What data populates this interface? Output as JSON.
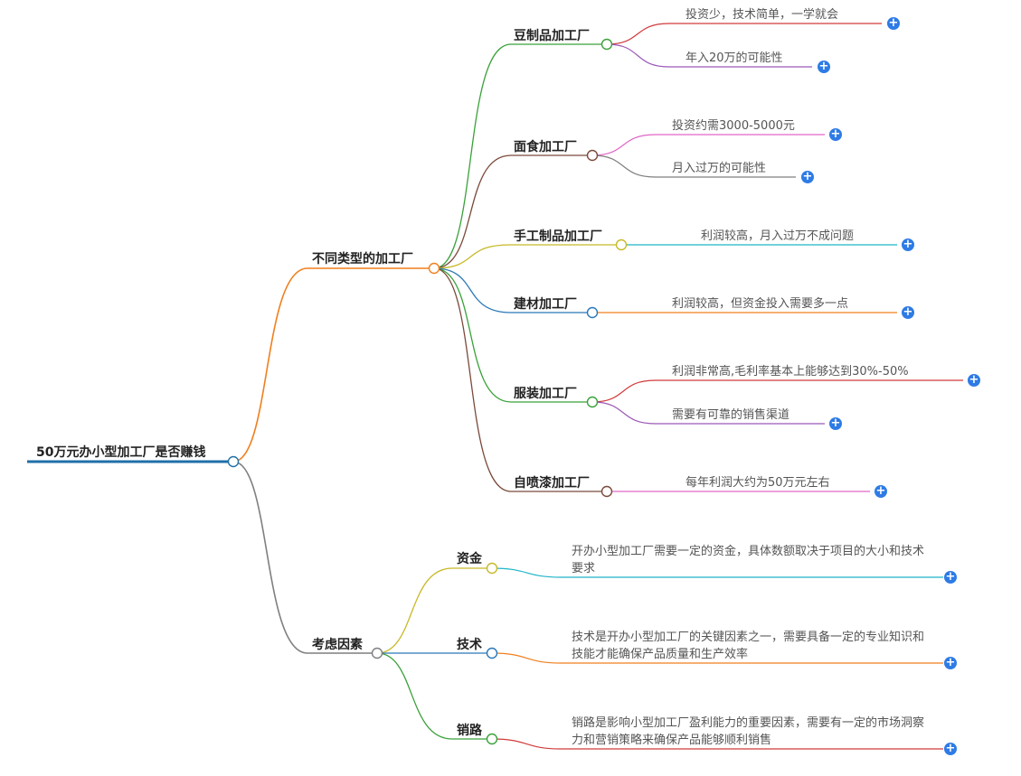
{
  "root": {
    "label": "50万元办小型加工厂是否赚钱"
  },
  "branches": [
    {
      "label": "不同类型的加工厂",
      "children": [
        {
          "label": "豆制品加工厂",
          "items": [
            "投资少，技术简单，一学就会",
            "年入20万的可能性"
          ]
        },
        {
          "label": "面食加工厂",
          "items": [
            "投资约需3000-5000元",
            "月入过万的可能性"
          ]
        },
        {
          "label": "手工制品加工厂",
          "items": [
            "利润较高，月入过万不成问题"
          ]
        },
        {
          "label": "建材加工厂",
          "items": [
            "利润较高，但资金投入需要多一点"
          ]
        },
        {
          "label": "服装加工厂",
          "items": [
            "利润非常高,毛利率基本上能够达到30%-50%",
            "需要有可靠的销售渠道"
          ]
        },
        {
          "label": "自喷漆加工厂",
          "items": [
            "每年利润大约为50万元左右"
          ]
        }
      ]
    },
    {
      "label": "考虑因素",
      "children": [
        {
          "label": "资金",
          "items": [
            "开办小型加工厂需要一定的资金，具体数额取决于项目的大小和技术要求"
          ]
        },
        {
          "label": "技术",
          "items": [
            "技术是开办小型加工厂的关键因素之一，需要具备一定的专业知识和技能才能确保产品质量和生产效率"
          ]
        },
        {
          "label": "销路",
          "items": [
            "销路是影响小型加工厂盈利能力的重要因素，需要有一定的市场洞察力和营销策略来确保产品能够顺利销售"
          ]
        }
      ]
    }
  ],
  "expand_symbol": "+",
  "colors": {
    "root_line": "#1f6fa8",
    "b0": "#f07f1e",
    "b1": "#7f7f7f",
    "douzhipin": "#3aa13a",
    "mianshi": "#7a4a3a",
    "shougong": "#c8b928",
    "jiancai": "#2a78b8",
    "fuzhuang": "#3aa13a",
    "zipenqi": "#7a4a3a",
    "zijin": "#c8b928",
    "jishu": "#2a78b8",
    "xiaolu": "#3aa13a",
    "leaf_red": "#d13b3b",
    "leaf_purple": "#9b59b6",
    "leaf_pink": "#e066c8",
    "leaf_gray": "#7f7f7f",
    "leaf_cyan": "#1fb5c8",
    "leaf_orange": "#f07f1e",
    "plus_blue": "#2e7be6"
  }
}
